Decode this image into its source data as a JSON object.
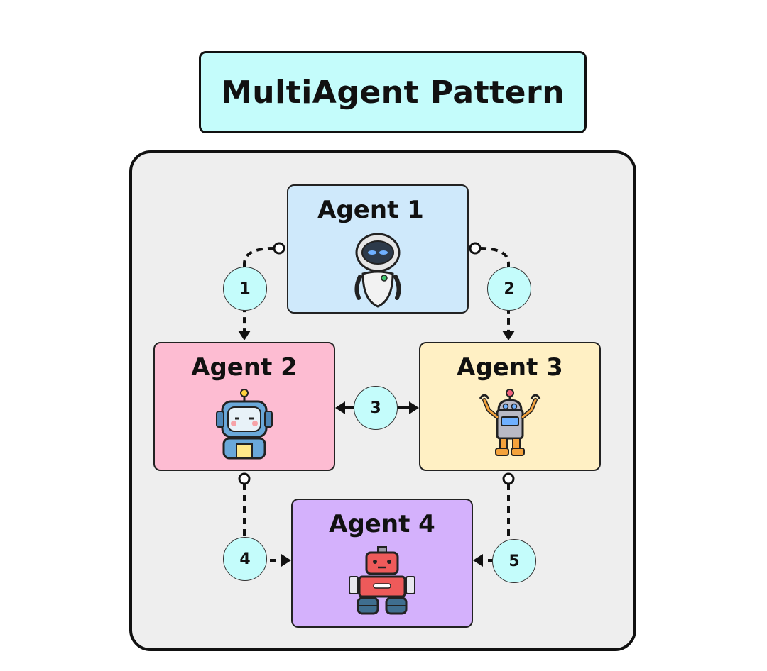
{
  "title": "MultiAgent Pattern",
  "agents": [
    {
      "label": "Agent 1",
      "icon": "white-robot-icon",
      "color": "#cfe9fb"
    },
    {
      "label": "Agent 2",
      "icon": "blue-robot-icon",
      "color": "#fdbcd2"
    },
    {
      "label": "Agent 3",
      "icon": "orange-robot-icon",
      "color": "#fff0c4"
    },
    {
      "label": "Agent 4",
      "icon": "red-robot-icon",
      "color": "#d4b1fc"
    }
  ],
  "steps": [
    "1",
    "2",
    "3",
    "4",
    "5"
  ],
  "colors": {
    "title_bg": "#c4fcfb",
    "panel_bg": "#eeeeee",
    "step_bg": "#c4fcfb"
  }
}
